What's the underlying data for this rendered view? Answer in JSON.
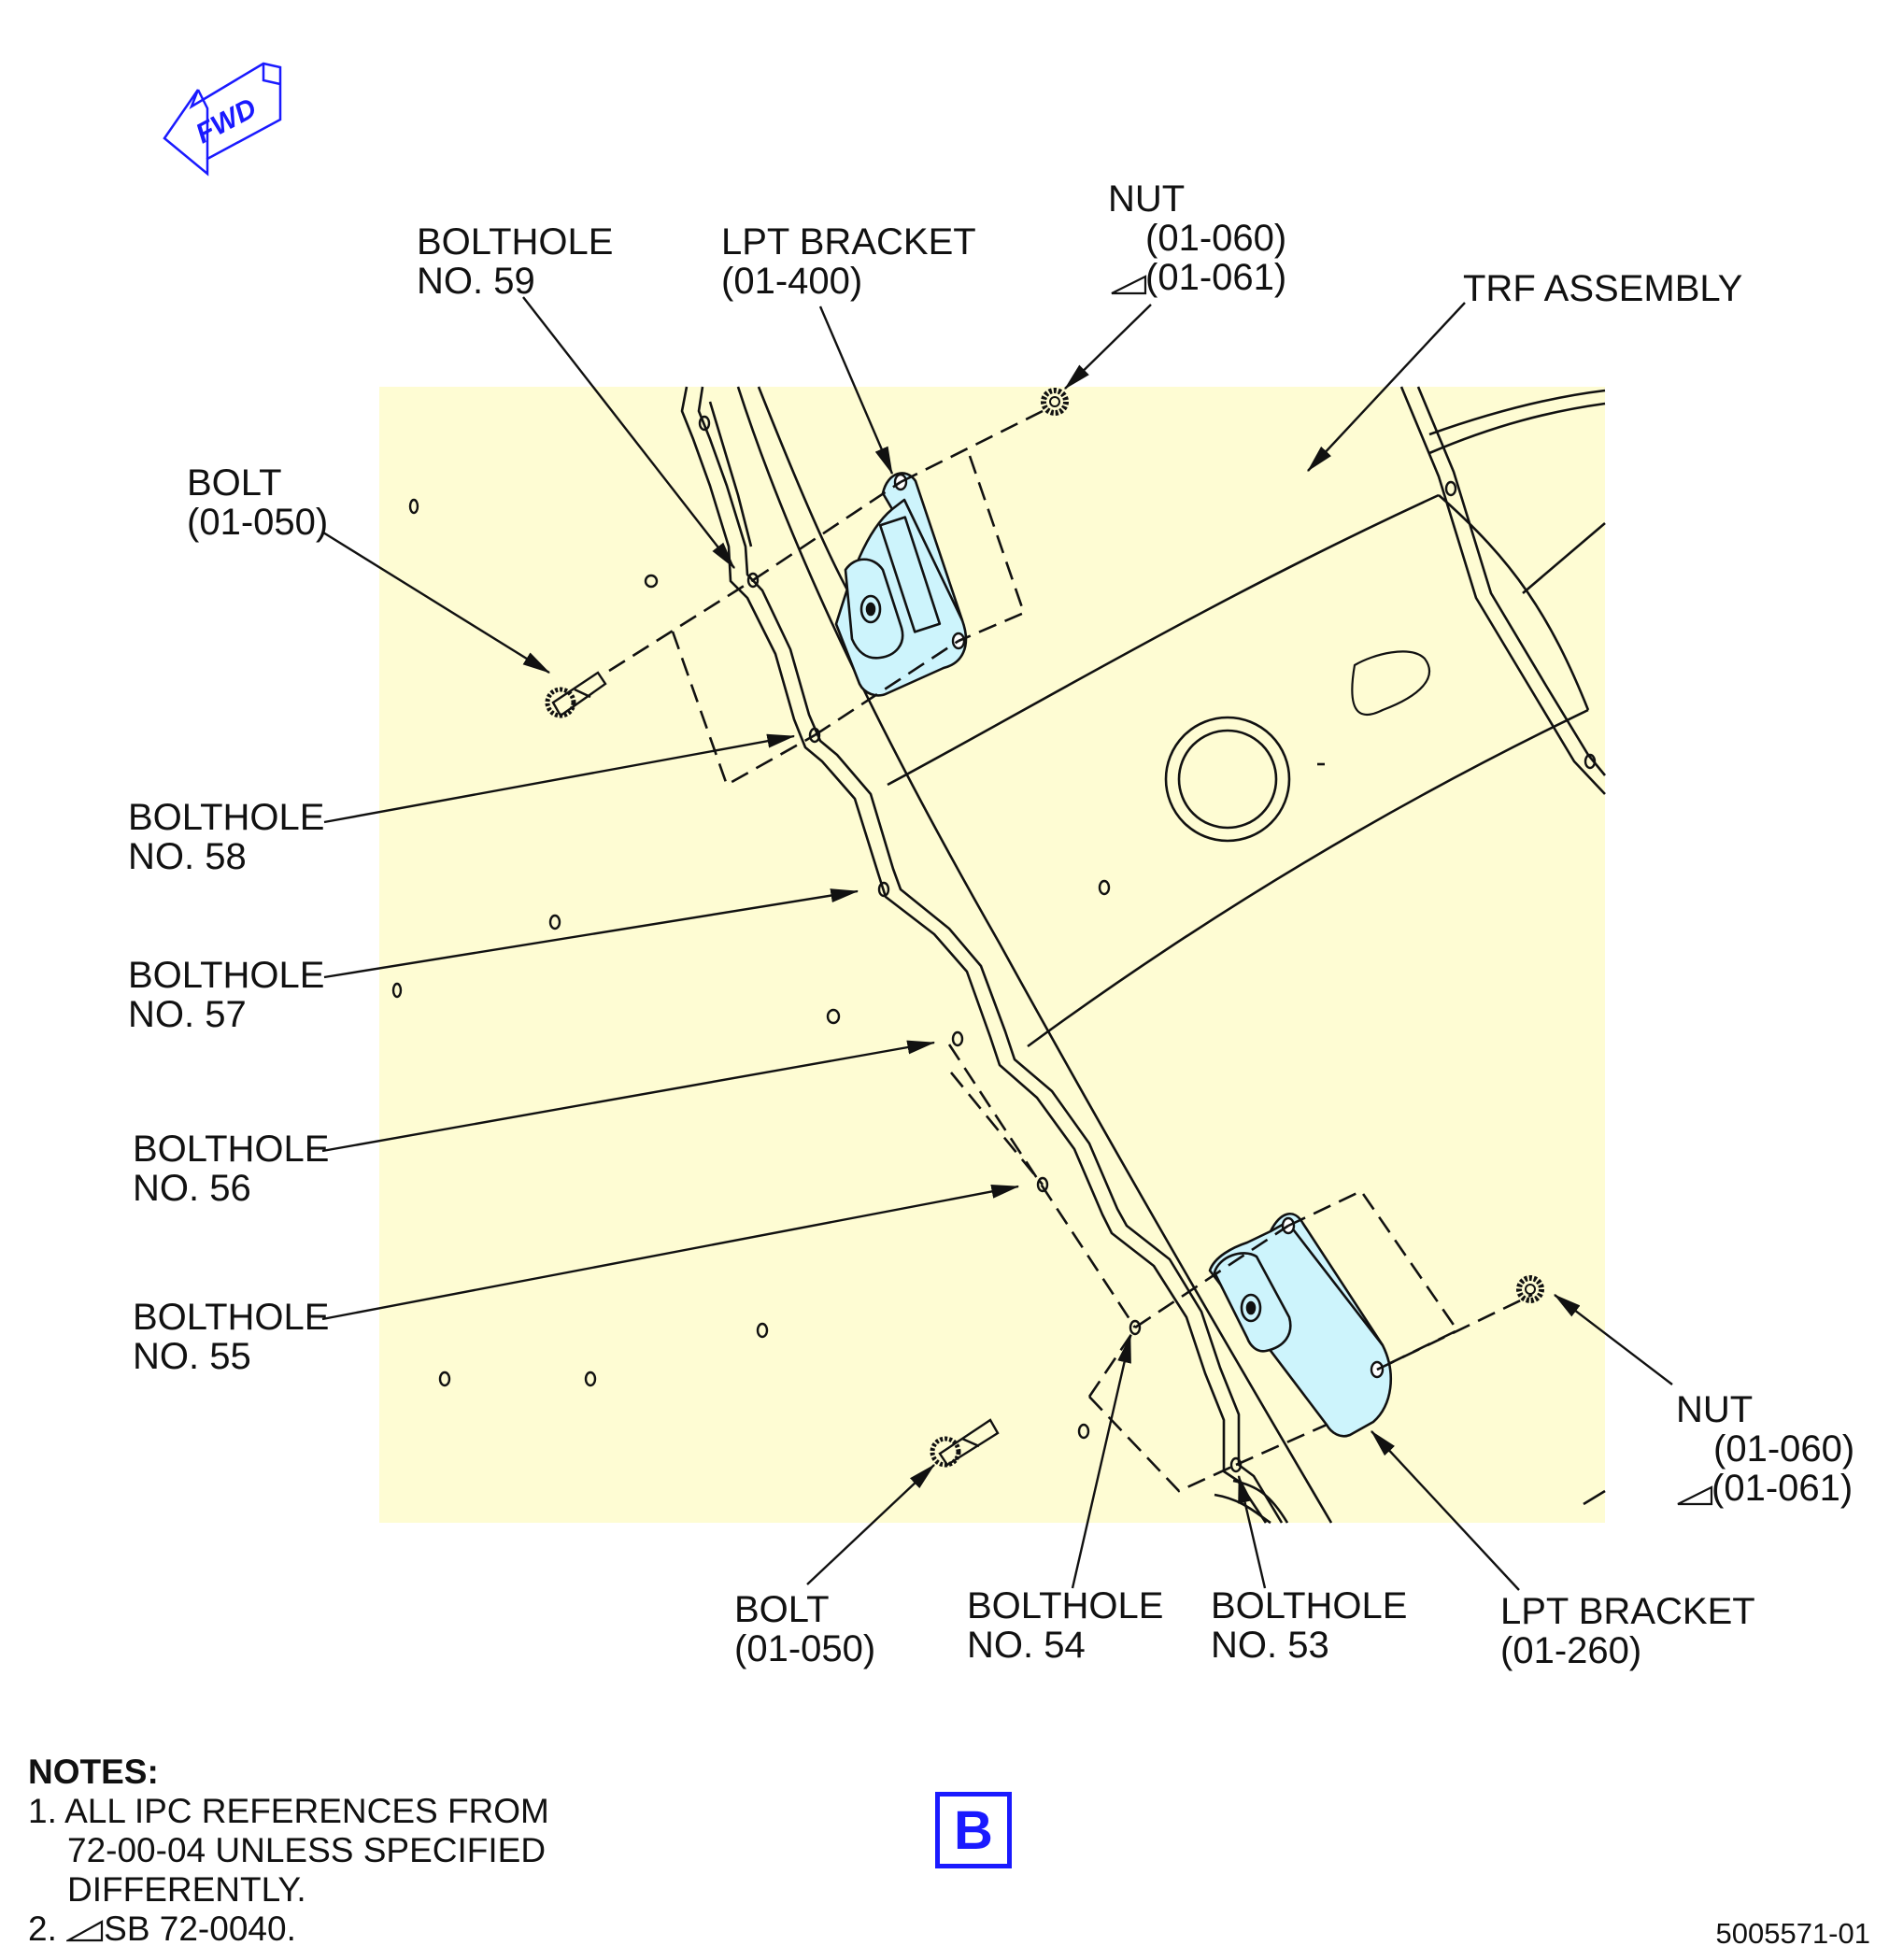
{
  "fwd_arrow": {
    "text": "FWD",
    "color": "#1a1aff"
  },
  "callouts": {
    "bolthole_59": [
      "BOLTHOLE",
      "NO. 59"
    ],
    "lpt_bracket_top": [
      "LPT BRACKET",
      "(01-400)"
    ],
    "nut_top": [
      "NUT",
      "(01-060)",
      "(01-061)"
    ],
    "trf_assembly": "TRF ASSEMBLY",
    "bolt_top": [
      "BOLT",
      "(01-050)"
    ],
    "bolthole_58": [
      "BOLTHOLE",
      "NO. 58"
    ],
    "bolthole_57": [
      "BOLTHOLE",
      "NO. 57"
    ],
    "bolthole_56": [
      "BOLTHOLE",
      "NO. 56"
    ],
    "bolthole_55": [
      "BOLTHOLE",
      "NO. 55"
    ],
    "nut_bottom": [
      "NUT",
      "(01-060)",
      "(01-061)"
    ],
    "bolt_bottom": [
      "BOLT",
      "(01-050)"
    ],
    "bolthole_54": [
      "BOLTHOLE",
      "NO. 54"
    ],
    "bolthole_53": [
      "BOLTHOLE",
      "NO. 53"
    ],
    "lpt_bracket_bottom": [
      "LPT BRACKET",
      "(01-260)"
    ]
  },
  "notes": {
    "heading": "NOTES:",
    "items": [
      [
        "1. ALL IPC REFERENCES FROM",
        "72-00-04 UNLESS SPECIFIED",
        "DIFFERENTLY."
      ],
      [
        "2. ",
        "SB 72-0040."
      ]
    ]
  },
  "view_label": "B",
  "figure_number": "5005571-01",
  "colors": {
    "background_panel": "#fefcd3",
    "bracket": "#cdf4fc",
    "line": "#111111",
    "accent": "#1a1aff"
  }
}
